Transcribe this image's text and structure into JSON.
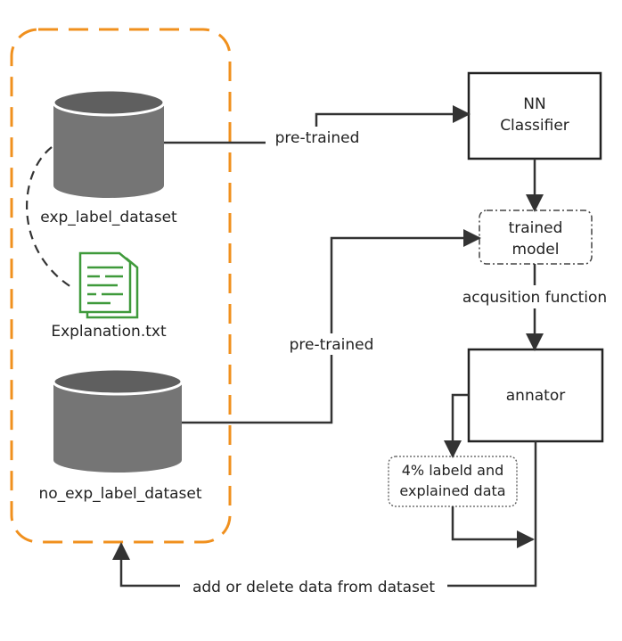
{
  "nodes": {
    "exp_label_dataset": "exp_label_dataset",
    "explanation_file": "Explanation.txt",
    "no_exp_label_dataset": "no_exp_label_dataset",
    "nn_classifier": [
      "NN",
      "Classifier"
    ],
    "trained_model": [
      "trained",
      "model"
    ],
    "annator": "annator",
    "labeled_explained_data": [
      "4% labeld and",
      "explained data"
    ]
  },
  "edges": {
    "pretrained_top": "pre-trained",
    "pretrained_bottom": "pre-trained",
    "acquisition": "acqusition function",
    "feedback": "add or delete data from dataset"
  },
  "colors": {
    "group_border": "#f0901e",
    "cylinder_body": "#757575",
    "cylinder_top": "#5f5f5f",
    "cylinder_rim": "#ffffff",
    "file_icon": "#3f9a3b",
    "line": "#333333"
  }
}
